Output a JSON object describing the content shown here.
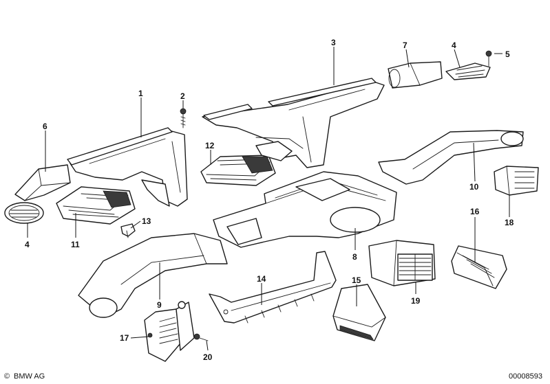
{
  "callouts": {
    "c1": "1",
    "c2": "2",
    "c3": "3",
    "c4a": "4",
    "c4b": "4",
    "c5": "5",
    "c6": "6",
    "c7": "7",
    "c8": "8",
    "c9": "9",
    "c10": "10",
    "c11": "11",
    "c12": "12",
    "c13": "13",
    "c14": "14",
    "c15": "15",
    "c16": "16",
    "c17": "17",
    "c18": "18",
    "c19": "19",
    "c20": "20"
  },
  "footer": {
    "copyright_symbol": "©",
    "brand": "BMW AG",
    "diagram_id": "00008593"
  }
}
